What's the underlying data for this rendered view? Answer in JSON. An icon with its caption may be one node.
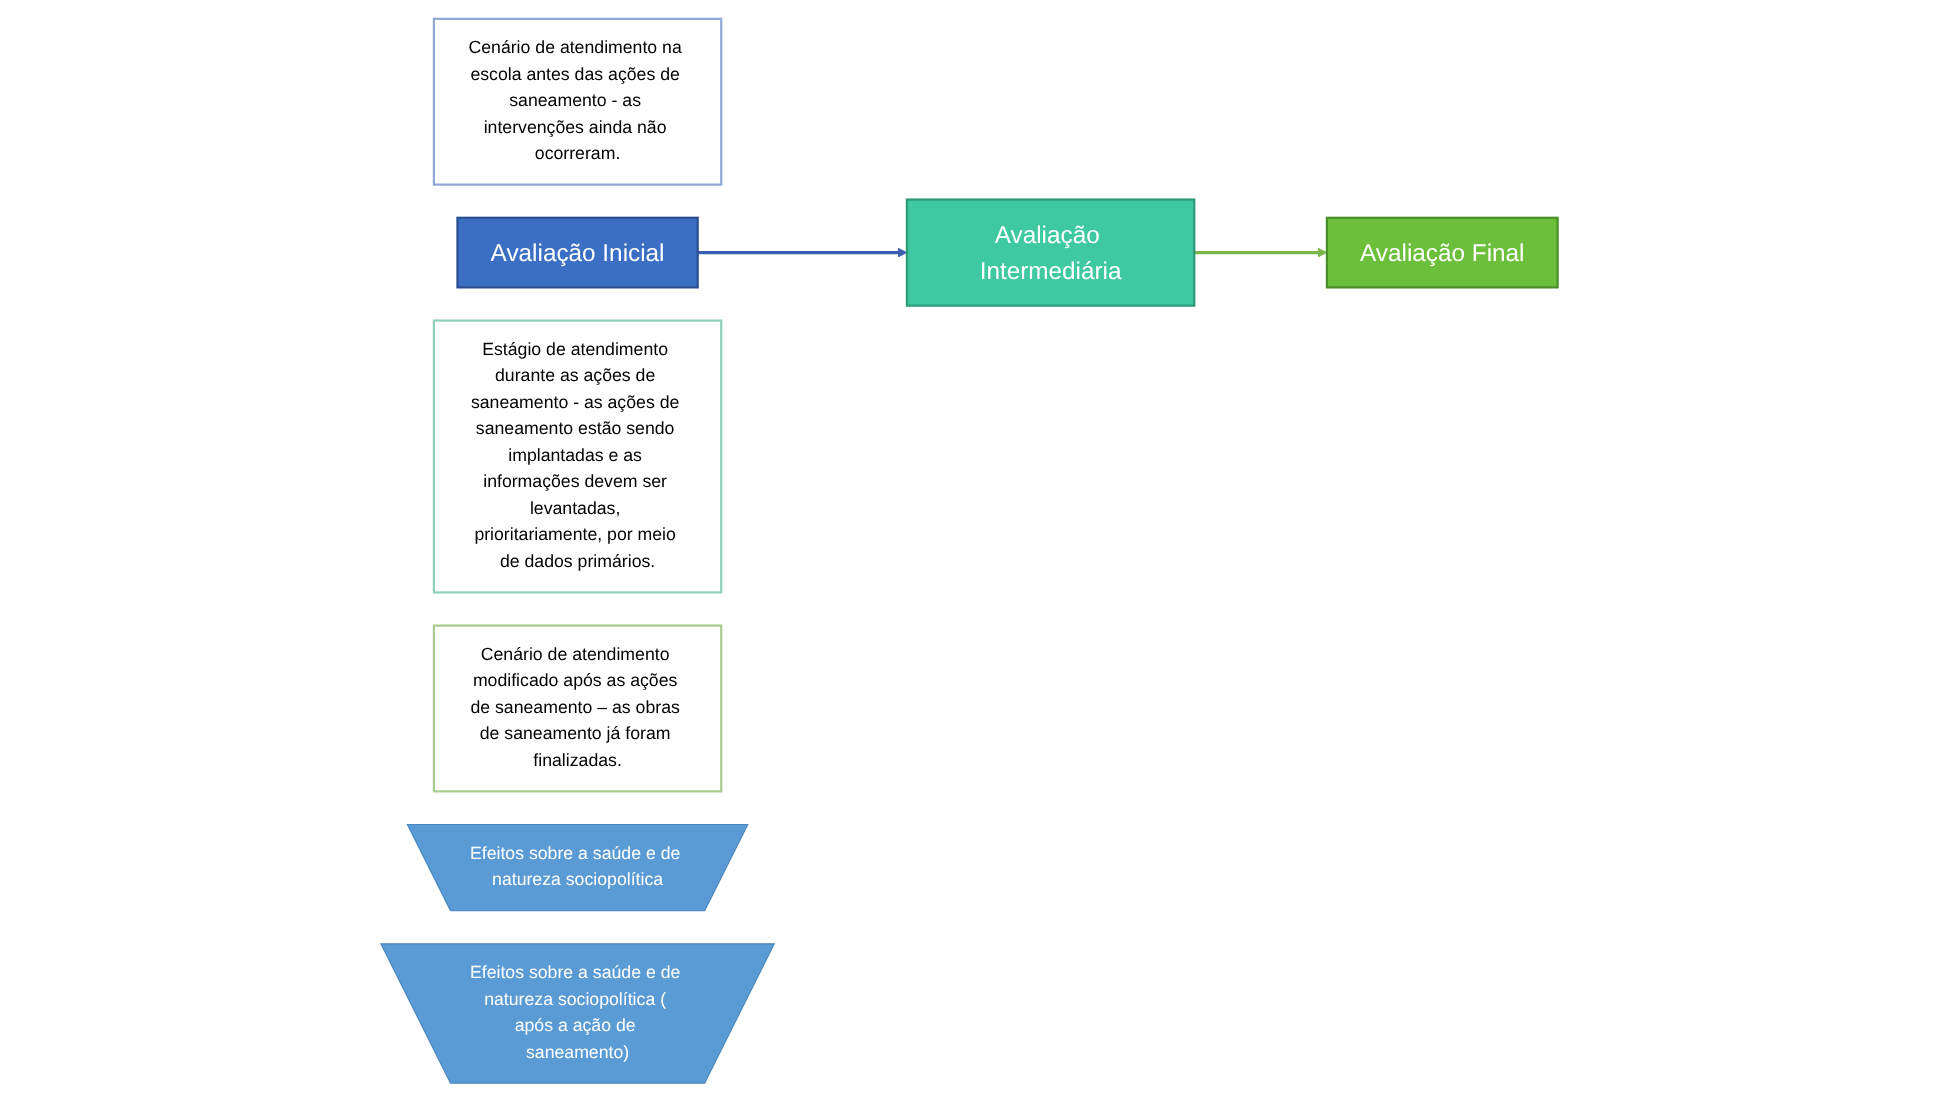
{
  "diagram": {
    "nodes": [
      {
        "text": [
          "Cenário de atendimento na escola antes das ações de saneamento - as intervenções ainda não ocorreram."
        ]
      },
      {
        "text": [
          "Avaliação Inicial"
        ]
      },
      {
        "text": [
          "Avaliação Intermediária"
        ]
      },
      {
        "text": [
          "Estágio de atendimento durante as ações de saneamento - as ações de saneamento estão sendo implantadas e as informações devem ser levantadas, prioritariamente, por meio de dados primários."
        ]
      },
      {
        "text": [
          "Cenário de atendimento modificado após as ações de saneamento – as obras de saneamento já foram finalizadas."
        ]
      },
      {
        "text": [
          "Avaliação Final"
        ]
      },
      {
        "text": [
          "Efeitos sobre a saúde e de natureza sociopolítica"
        ]
      },
      {
        "text": [
          "Efeitos sobre a saúde e de natureza sociopolítica ( após a ação de saneamento)"
        ]
      }
    ],
    "edges": [
      {
        "from": 1,
        "to": 2,
        "arrow": "to",
        "color": "#3a5fb0"
      },
      {
        "from": 2,
        "to": 5,
        "arrow": "to",
        "color": "#7ab648"
      }
    ]
  }
}
